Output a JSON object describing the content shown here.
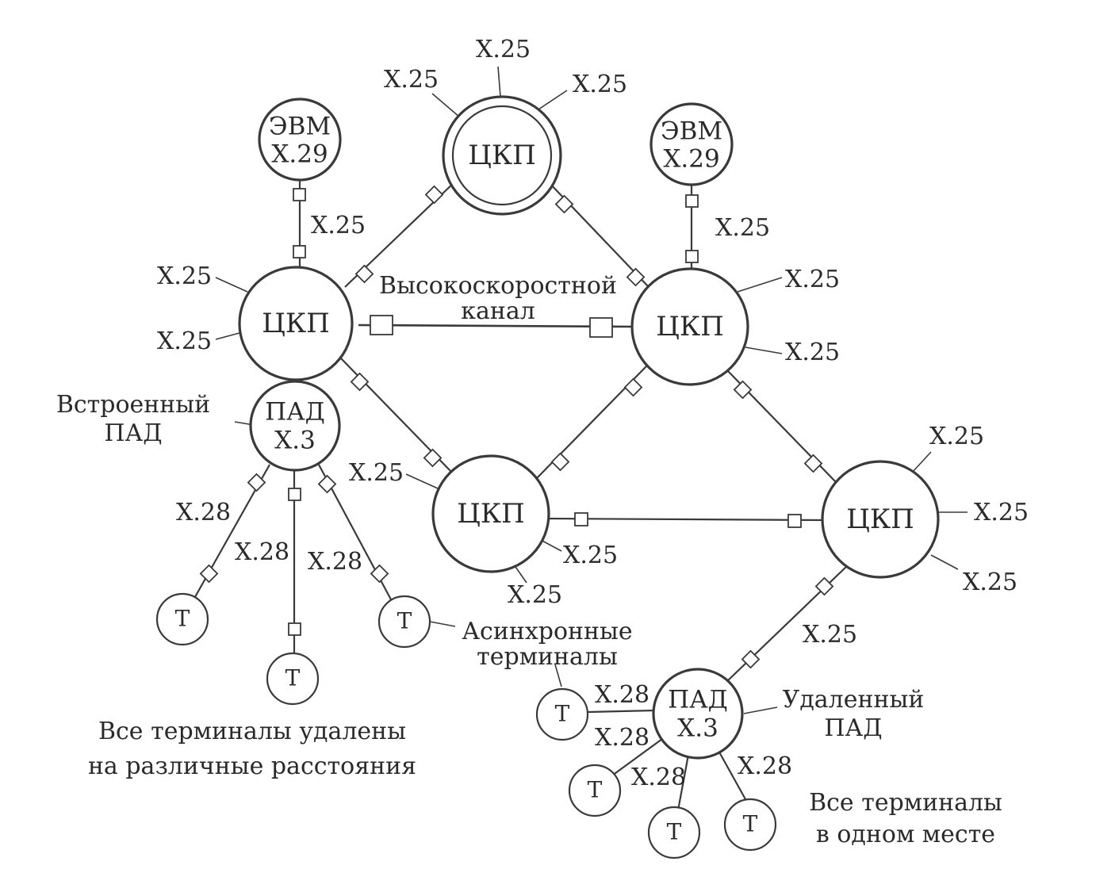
{
  "nodes": {
    "ckp_top": "ЦКП",
    "ckp_left": "ЦКП",
    "ckp_right": "ЦКП",
    "ckp_bottom_mid": "ЦКП",
    "ckp_bottom_right": "ЦКП",
    "evm_left": [
      "ЭВМ",
      "X.29"
    ],
    "evm_right": [
      "ЭВМ",
      "X.29"
    ],
    "pad_embedded": [
      "ПАД",
      "X.3"
    ],
    "pad_remote": [
      "ПАД",
      "X.3"
    ],
    "terminal": "Т"
  },
  "protocols": {
    "x25": "X.25",
    "x28": "X.28"
  },
  "labels": {
    "highspeed": [
      "Высокоскоростной",
      "канал"
    ],
    "embedded_pad": [
      "Встроенный",
      "ПАД"
    ],
    "remote_pad": [
      "Удаленный",
      "ПАД"
    ],
    "async_terminals": [
      "Асинхронные",
      "терминалы"
    ]
  },
  "captions": {
    "left": [
      "Все терминалы удалены",
      "на различные расстояния"
    ],
    "right": [
      "Все терминалы",
      "в одном месте"
    ]
  }
}
